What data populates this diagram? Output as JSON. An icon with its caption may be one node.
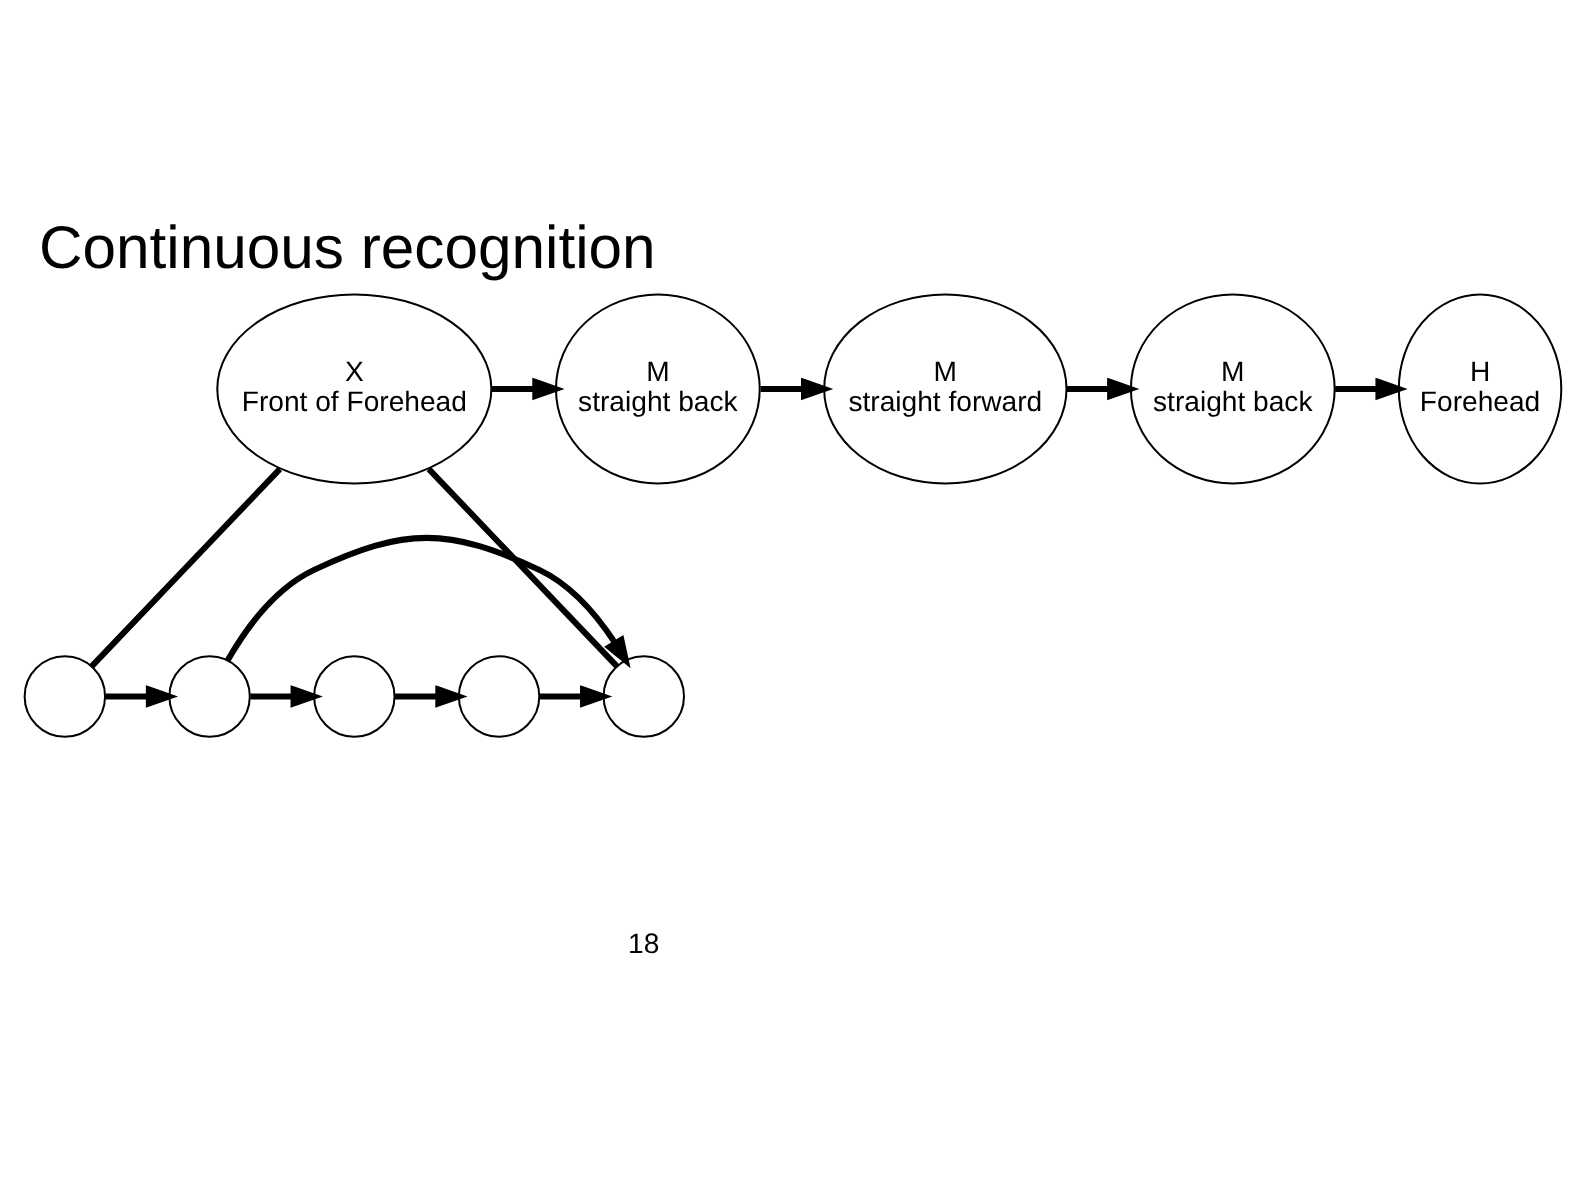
{
  "diagram": {
    "title": "Continuous recognition",
    "nodes": [
      {
        "text": [
          "X",
          "Front of Forehead"
        ]
      },
      {
        "text": [
          "M",
          "straight back"
        ]
      },
      {
        "text": [
          "M",
          "straight forward"
        ]
      },
      {
        "text": [
          "M",
          "straight back"
        ]
      },
      {
        "text": [
          "H",
          "Forehead"
        ]
      },
      {
        "text": [],
        "shape": "circle"
      },
      {
        "text": [],
        "shape": "circle"
      },
      {
        "text": [],
        "shape": "circle"
      },
      {
        "text": [],
        "shape": "circle"
      },
      {
        "text": [],
        "shape": "circle"
      }
    ],
    "edges": [
      {
        "from": 0,
        "to": 1,
        "arrow": "to"
      },
      {
        "from": 1,
        "to": 2,
        "arrow": "to"
      },
      {
        "from": 2,
        "to": 3,
        "arrow": "to"
      },
      {
        "from": 3,
        "to": 4,
        "arrow": "to"
      },
      {
        "from": 0,
        "to": 5,
        "arrow": "none"
      },
      {
        "from": 0,
        "to": 9,
        "arrow": "none"
      },
      {
        "from": 5,
        "to": 6,
        "arrow": "to"
      },
      {
        "from": 6,
        "to": 7,
        "arrow": "to"
      },
      {
        "from": 7,
        "to": 8,
        "arrow": "to"
      },
      {
        "from": 8,
        "to": 9,
        "arrow": "to"
      },
      {
        "from": 6,
        "to": 9,
        "arrow": "to"
      }
    ],
    "labels": [
      "18"
    ]
  }
}
